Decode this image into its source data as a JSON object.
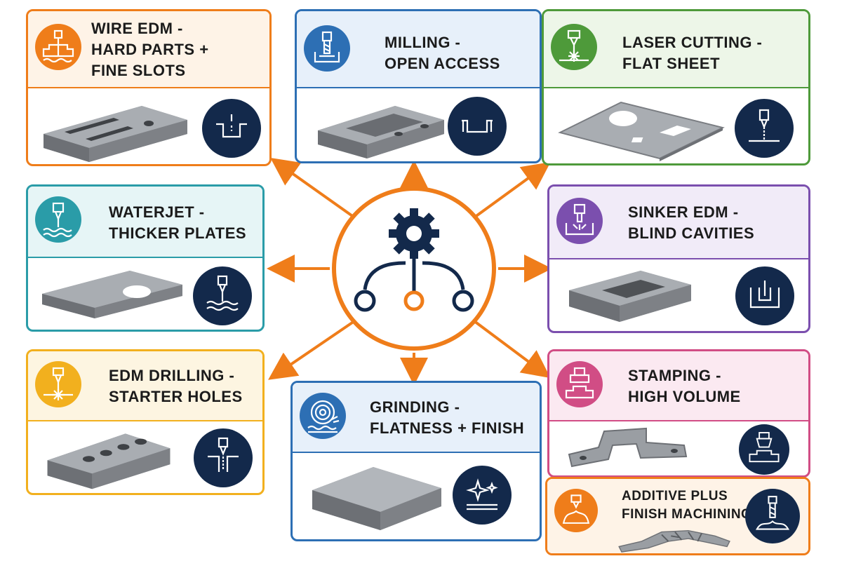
{
  "colors": {
    "orange": "#ef7d1a",
    "blue": "#2d6fb4",
    "green": "#4e9a3a",
    "teal": "#2a9ca8",
    "purple": "#7b4fae",
    "yellow": "#f2b01e",
    "pink": "#d14d85",
    "navy": "#13294b",
    "hub_accent": "#ef7d1a"
  },
  "hub": {
    "icons": [
      "gear-icon",
      "branching-flow-icon"
    ]
  },
  "cards": [
    {
      "id": "wire-edm",
      "title_lines": [
        "WIRE EDM -",
        "HARD PARTS +",
        "FINE SLOTS"
      ],
      "badge_icon": "wire-edm-icon",
      "process_icon": "slot-cut-icon",
      "part": "slotted-block"
    },
    {
      "id": "milling",
      "title_lines": [
        "MILLING -",
        "OPEN ACCESS"
      ],
      "badge_icon": "end-mill-icon",
      "process_icon": "open-pocket-icon",
      "part": "pocketed-plate"
    },
    {
      "id": "laser-cutting",
      "title_lines": [
        "LASER CUTTING -",
        "FLAT SHEET"
      ],
      "badge_icon": "laser-head-icon",
      "process_icon": "laser-beam-icon",
      "part": "cut-sheet"
    },
    {
      "id": "waterjet",
      "title_lines": [
        "WATERJET -",
        "THICKER PLATES"
      ],
      "badge_icon": "waterjet-nozzle-icon",
      "process_icon": "waterjet-stream-icon",
      "part": "notched-plate"
    },
    {
      "id": "sinker-edm",
      "title_lines": [
        "SINKER EDM -",
        "BLIND CAVITIES"
      ],
      "badge_icon": "sinker-electrode-icon",
      "process_icon": "blind-cavity-icon",
      "part": "cavity-block"
    },
    {
      "id": "edm-drilling",
      "title_lines": [
        "EDM DRILLING -",
        "STARTER HOLES"
      ],
      "badge_icon": "edm-drill-icon",
      "process_icon": "drilled-hole-icon",
      "part": "holed-block"
    },
    {
      "id": "grinding",
      "title_lines": [
        "GRINDING -",
        "FLATNESS + FINISH"
      ],
      "badge_icon": "grinding-wheel-icon",
      "process_icon": "sparkle-surface-icon",
      "part": "ground-block"
    },
    {
      "id": "stamping",
      "title_lines": [
        "STAMPING -",
        "HIGH VOLUME"
      ],
      "badge_icon": "press-icon",
      "process_icon": "stamping-die-icon",
      "part": "bent-bracket"
    },
    {
      "id": "additive",
      "title_lines": [
        "ADDITIVE PLUS",
        "FINISH MACHINING"
      ],
      "badge_icon": "printer-nozzle-icon",
      "process_icon": "finish-mill-icon",
      "part": "lattice-bracket"
    }
  ]
}
